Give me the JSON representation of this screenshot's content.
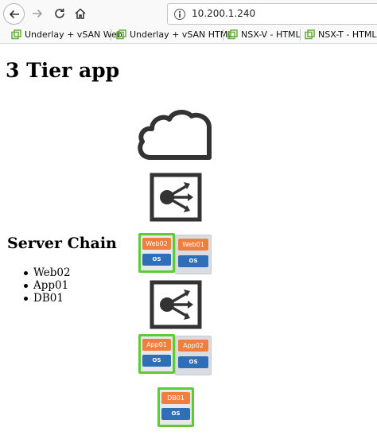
{
  "browser": {
    "url": "10.200.1.240",
    "icons": {
      "back": "back-arrow-icon",
      "forward": "forward-arrow-icon",
      "reload": "reload-icon",
      "home": "home-icon",
      "info": "info-icon"
    },
    "bookmarks": [
      {
        "label": "Underlay + vSAN Web",
        "icon": "vmware-bookmark-icon"
      },
      {
        "label": "Underlay + vSAN HTML",
        "icon": "vmware-bookmark-icon"
      },
      {
        "label": "NSX-V - HTML",
        "icon": "vmware-bookmark-icon"
      },
      {
        "label": "NSX-T - HTML",
        "icon": "vmware-bookmark-icon"
      }
    ]
  },
  "page": {
    "title": "3 Tier app",
    "chain_heading": "Server Chain",
    "servers": [
      "Web02",
      "App01",
      "DB01"
    ]
  },
  "diagram": {
    "tiers": [
      {
        "vms": [
          {
            "name": "Web02",
            "os": "OS",
            "active": true
          },
          {
            "name": "Web01",
            "os": "OS",
            "active": false
          }
        ]
      },
      {
        "vms": [
          {
            "name": "App01",
            "os": "OS",
            "active": true
          },
          {
            "name": "App02",
            "os": "OS",
            "active": false
          }
        ]
      },
      {
        "vms": [
          {
            "name": "DB01",
            "os": "OS",
            "active": true
          }
        ]
      }
    ],
    "colors": {
      "active_border": "#5ccc33",
      "vm_name_bg": "#f07e3c",
      "vm_os_bg": "#2f6fb7",
      "icon_stroke": "#333333"
    }
  }
}
